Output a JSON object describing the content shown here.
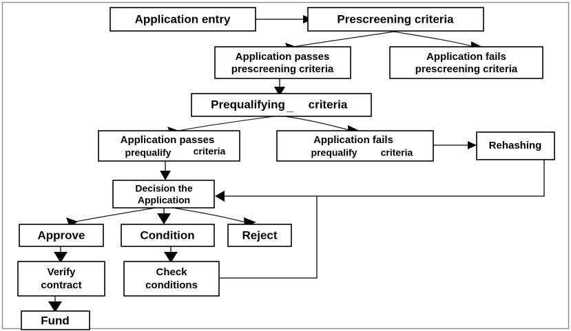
{
  "diagram": {
    "title": "Loan application processing flowchart",
    "background_color": "#ffffff",
    "border_color": "#8c8c8c",
    "node_fill": "#ffffff",
    "node_stroke": "#000000",
    "text_color": "#000000"
  },
  "nodes": {
    "application_entry": {
      "label": "Application entry"
    },
    "prescreening_criteria": {
      "label": "Prescreening criteria"
    },
    "app_passes_prescreening": {
      "line1": "Application passes",
      "line2": "prescreening criteria"
    },
    "app_fails_prescreening": {
      "line1": "Application fails",
      "line2": "prescreening criteria"
    },
    "prequalifying_criteria": {
      "label_part1": "Prequalifying",
      "label_sep": "_",
      "label_part2": "criteria"
    },
    "app_passes_prequalify": {
      "line1": "Application passes",
      "line2a": "prequalify",
      "line2b": "criteria"
    },
    "app_fails_prequalify": {
      "line1": "Application fails",
      "line2a": "prequalify",
      "line2b": "criteria"
    },
    "rehashing": {
      "label": "Rehashing"
    },
    "decision_the_application": {
      "line1": "Decision the",
      "line2": "Application"
    },
    "approve": {
      "label": "Approve"
    },
    "condition": {
      "label": "Condition"
    },
    "reject": {
      "label": "Reject"
    },
    "verify_contract": {
      "line1": "Verify",
      "line2": "contract"
    },
    "check_conditions": {
      "line1": "Check",
      "line2": "conditions"
    },
    "fund": {
      "label": "Fund"
    }
  },
  "edges": [
    {
      "from": "application_entry",
      "to": "prescreening_criteria",
      "kind": "straight-right"
    },
    {
      "from": "prescreening_criteria",
      "to": "app_passes_prescreening",
      "kind": "curved-split-left"
    },
    {
      "from": "prescreening_criteria",
      "to": "app_fails_prescreening",
      "kind": "curved-split-right"
    },
    {
      "from": "app_passes_prescreening",
      "to": "prequalifying_criteria",
      "kind": "straight-down"
    },
    {
      "from": "prequalifying_criteria",
      "to": "app_passes_prequalify",
      "kind": "curved-split-left"
    },
    {
      "from": "prequalifying_criteria",
      "to": "app_fails_prequalify",
      "kind": "curved-split-right"
    },
    {
      "from": "app_fails_prequalify",
      "to": "rehashing",
      "kind": "straight-right"
    },
    {
      "from": "app_passes_prequalify",
      "to": "decision_the_application",
      "kind": "straight-down"
    },
    {
      "from": "rehashing",
      "to": "decision_the_application",
      "kind": "loop-down-left"
    },
    {
      "from": "decision_the_application",
      "to": "approve",
      "kind": "curved-split-left"
    },
    {
      "from": "decision_the_application",
      "to": "condition",
      "kind": "straight-down"
    },
    {
      "from": "decision_the_application",
      "to": "reject",
      "kind": "curved-split-right"
    },
    {
      "from": "approve",
      "to": "verify_contract",
      "kind": "straight-down"
    },
    {
      "from": "condition",
      "to": "check_conditions",
      "kind": "straight-down"
    },
    {
      "from": "check_conditions",
      "to": "decision_the_application",
      "kind": "loop-right-up-left"
    },
    {
      "from": "verify_contract",
      "to": "fund",
      "kind": "straight-down"
    }
  ]
}
